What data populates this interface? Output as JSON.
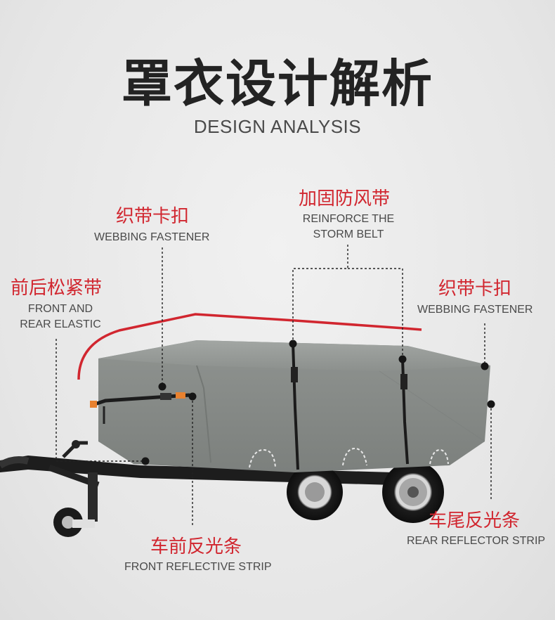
{
  "header": {
    "title": "罩衣设计解析",
    "subtitle": "DESIGN ANALYSIS"
  },
  "callouts": {
    "webbing_left": {
      "cn": "织带卡扣",
      "en": "WEBBING FASTENER"
    },
    "storm_belt": {
      "cn": "加固防风带",
      "en_line1": "REINFORCE THE",
      "en_line2": "STORM BELT"
    },
    "elastic": {
      "cn": "前后松紧带",
      "en_line1": "FRONT AND",
      "en_line2": "REAR ELASTIC"
    },
    "webbing_right": {
      "cn": "织带卡扣",
      "en": "WEBBING FASTENER"
    },
    "front_strip": {
      "cn": "车前反光条",
      "en": "FRONT REFLECTIVE STRIP"
    },
    "rear_strip": {
      "cn": "车尾反光条",
      "en": "REAR REFLECTOR STRIP"
    }
  },
  "colors": {
    "accent": "#d1262f",
    "cover": "#8d918e",
    "text": "#232323"
  }
}
